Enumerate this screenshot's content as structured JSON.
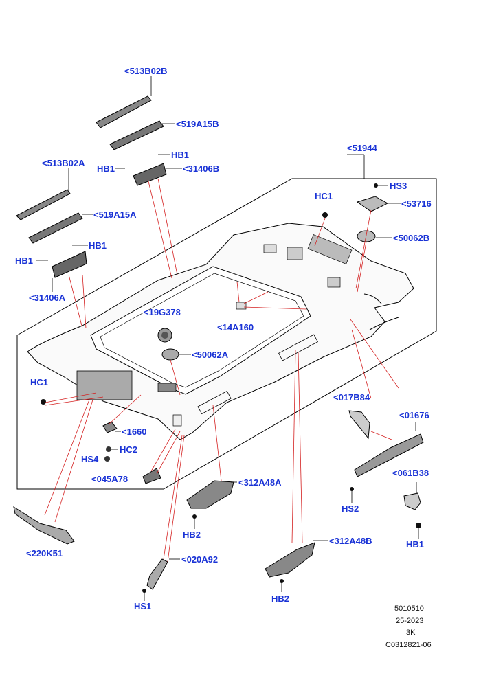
{
  "callouts": {
    "c513B02B": "<513B02B",
    "c519A15B": "<519A15B",
    "c513B02A": "<513B02A",
    "c519A15A": "<519A15A",
    "hb1_a": "HB1",
    "hb1_b": "HB1",
    "hb1_c": "HB1",
    "hb1_d": "HB1",
    "c31406B": "<31406B",
    "c31406A": "<31406A",
    "c51944": "<51944",
    "hs3": "HS3",
    "hc1_a": "HC1",
    "c53716": "<53716",
    "c50062B": "<50062B",
    "c19G378": "<19G378",
    "c14A160": "<14A160",
    "c50062A": "<50062A",
    "hc1_b": "HC1",
    "c1660": "<1660",
    "hc2": "HC2",
    "hs4": "HS4",
    "c045A78": "<045A78",
    "c017B84": "<017B84",
    "c01676": "<01676",
    "c061B38": "<061B38",
    "hs2": "HS2",
    "hb1_e": "HB1",
    "c312A48A": "<312A48A",
    "hb2_a": "HB2",
    "c220K51": "<220K51",
    "c020A92": "<020A92",
    "hs1": "HS1",
    "c312A48B": "<312A48B",
    "hb2_b": "HB2"
  },
  "reference": {
    "line1": "5010510",
    "line2": "25-2023",
    "line3": "3K",
    "line4": "C0312821-06"
  },
  "colors": {
    "callout": "#1a33d6",
    "leader": "#d42020",
    "outline": "#000000"
  }
}
